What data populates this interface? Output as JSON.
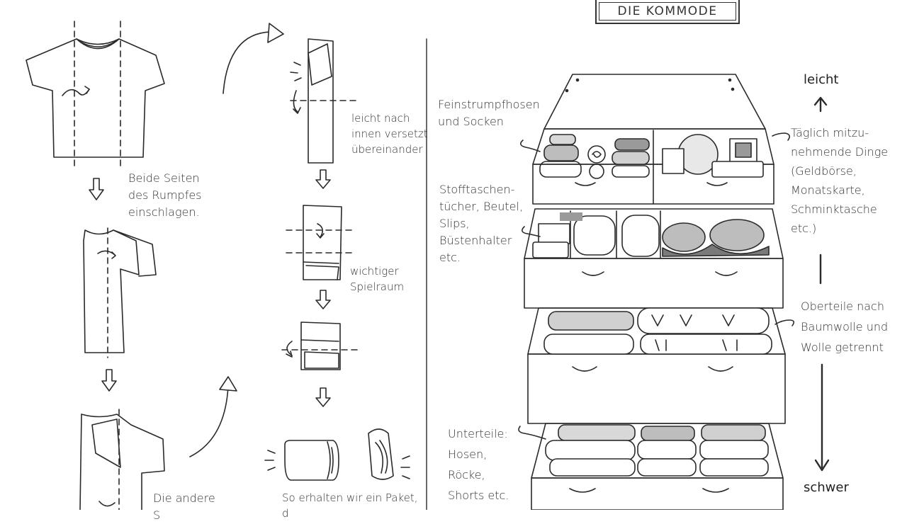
{
  "title": "DIE KOMMODE",
  "folding": {
    "step1": "Beide Seiten\ndes Rumpfes\neinschlagen.",
    "step2": "Die andere\nS",
    "offset": "leicht nach\ninnen versetzt\nübereinander",
    "space": "wichtiger\nSpielraum",
    "result": "So erhalten wir ein Paket,\nd"
  },
  "dresser": {
    "drawer1_left": "Feinstrumpfhosen\nund Socken",
    "drawer1_right": "Täglich mitzu-\nnehmende Dinge\n(Geldbörse,\nMonatskarte,\nSchminktasche\netc.)",
    "drawer2_left": "Stofftaschen-\ntücher, Beutel,\nSlips,\nBüstenhalter\netc.",
    "drawer3_right": "Oberteile nach\nBaumwolle und\nWolle getrennt",
    "drawer4_left": "Unterteile:\nHosen,\nRöcke,\nShorts etc."
  },
  "scale": {
    "top": "leicht",
    "bottom": "schwer"
  },
  "icons": [
    "curved-arrow-icon",
    "down-arrow-icon",
    "fold-arrow-icon",
    "up-arrow-icon",
    "down-long-arrow-icon"
  ]
}
